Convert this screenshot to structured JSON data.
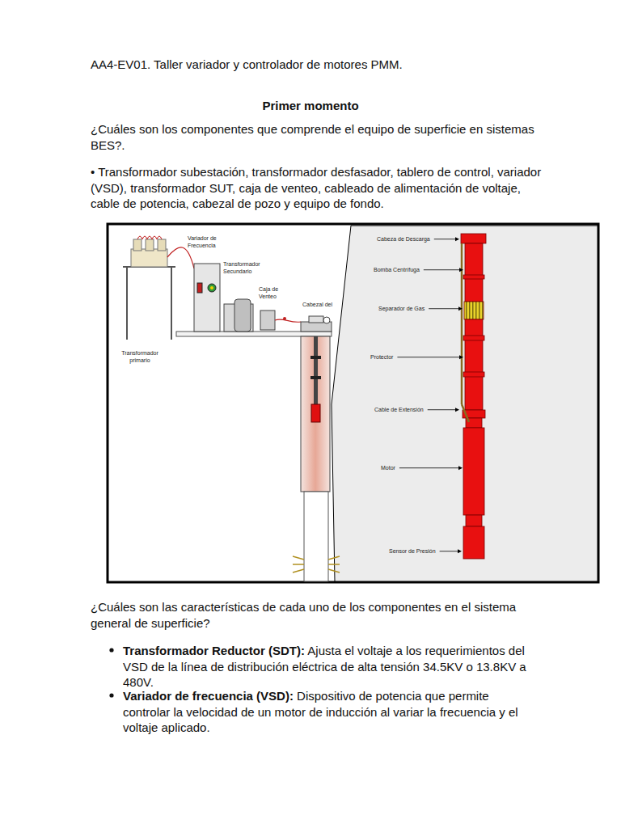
{
  "diagram": {
    "title": "AA4-EV01. Taller variador y controlador de motores PMM.",
    "labels": [
      "Primer momento",
      "¿Cuáles son los componentes que comprende el equipo de superficie en sistemas BES?.",
      "• Transformador subestación, transformador desfasador, tablero de control, variador (VSD), transformador SUT, caja de venteo, cableado de alimentación de voltaje, cable de potencia, cabezal de pozo y equipo de fondo.",
      "Variador de Frecuencia",
      "Transformador Secundario",
      "Caja de Venteo",
      "Cabezal del",
      "Transformador primario",
      "Cabeza de Descarga",
      "Bomba Centrífuga",
      "Separador de Gas",
      "Protector",
      "Cable de Extensión",
      "Motor",
      "Sensor de Presión",
      "¿Cuáles son las características de cada uno de los componentes en el sistema general de superficie?",
      "Transformador Reductor (SDT):",
      "Ajusta el voltaje a los requerimientos del VSD de la línea de distribución eléctrica de alta tensión 34.5KV o 13.8KV a 480V.",
      "Variador de frecuencia (VSD):",
      "Dispositivo de potencia que permite controlar la velocidad de un motor de inducción al variar la frecuencia y el voltaje aplicado."
    ]
  }
}
